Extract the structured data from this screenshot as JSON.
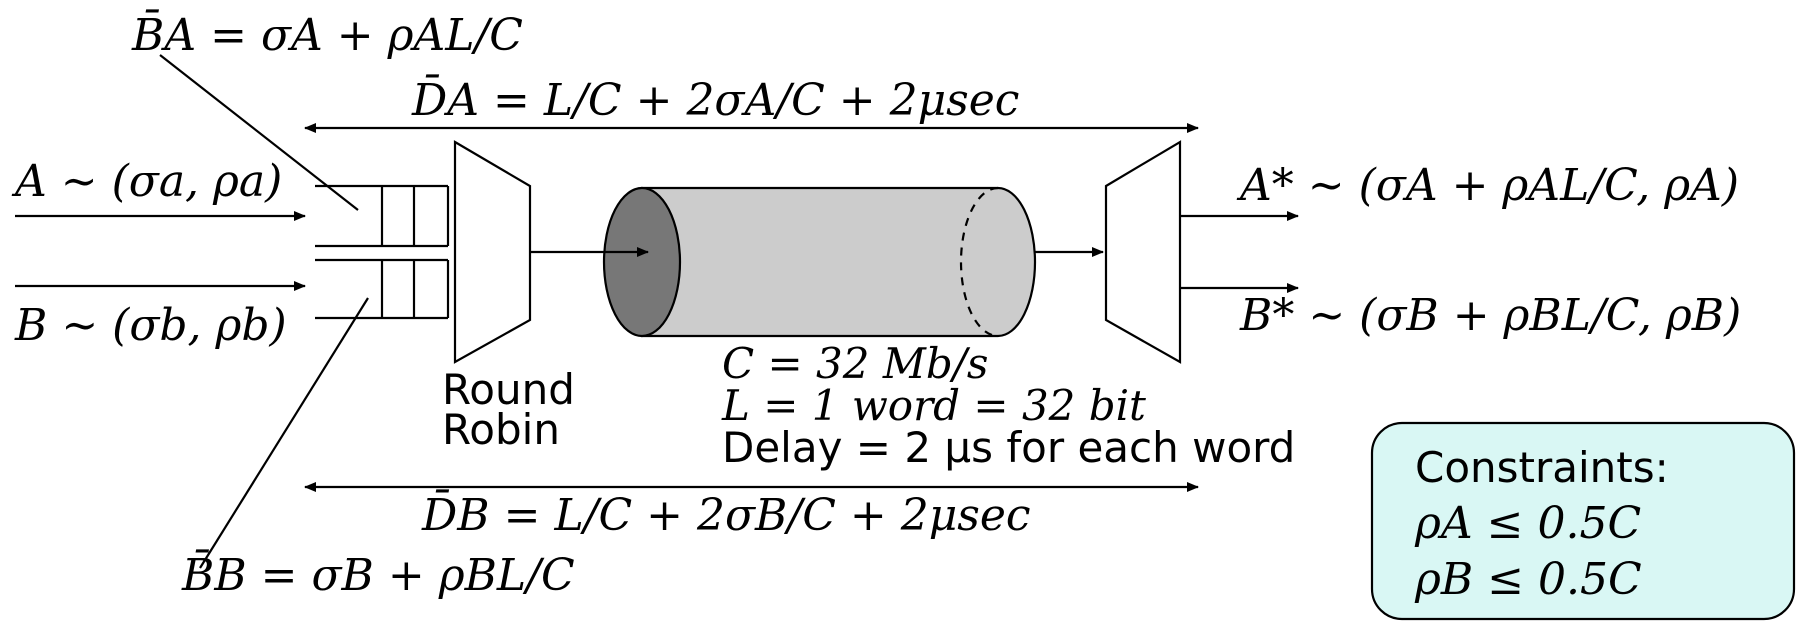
{
  "labels": {
    "burst_a": "B̄A = σA + ρAL/C",
    "delay_a": "D̄A = L/C + 2σA/C + 2μsec",
    "input_a": "A ∼ (σa, ρa)",
    "input_b": "B ∼ (σb, ρb)",
    "output_a": "A* ∼ (σA + ρAL/C, ρA)",
    "output_b": "B* ∼ (σB + ρBL/C, ρB)",
    "round": "Round",
    "robin": "Robin",
    "capacity": "C = 32 Mb/s",
    "word": "L = 1 word = 32 bit",
    "delay_note": "Delay = 2 μs for each word",
    "delay_b": "D̄B = L/C + 2σB/C + 2μsec",
    "burst_b": "B̄B = σB + ρBL/C"
  },
  "constraints": {
    "title": "Constraints:",
    "items": [
      "ρA ≤ 0.5C",
      "ρB ≤ 0.5C"
    ]
  },
  "colors": {
    "cylinder_body": "#cccccc",
    "cylinder_face": "#777777",
    "constraints_bg": "#d9f7f4"
  }
}
